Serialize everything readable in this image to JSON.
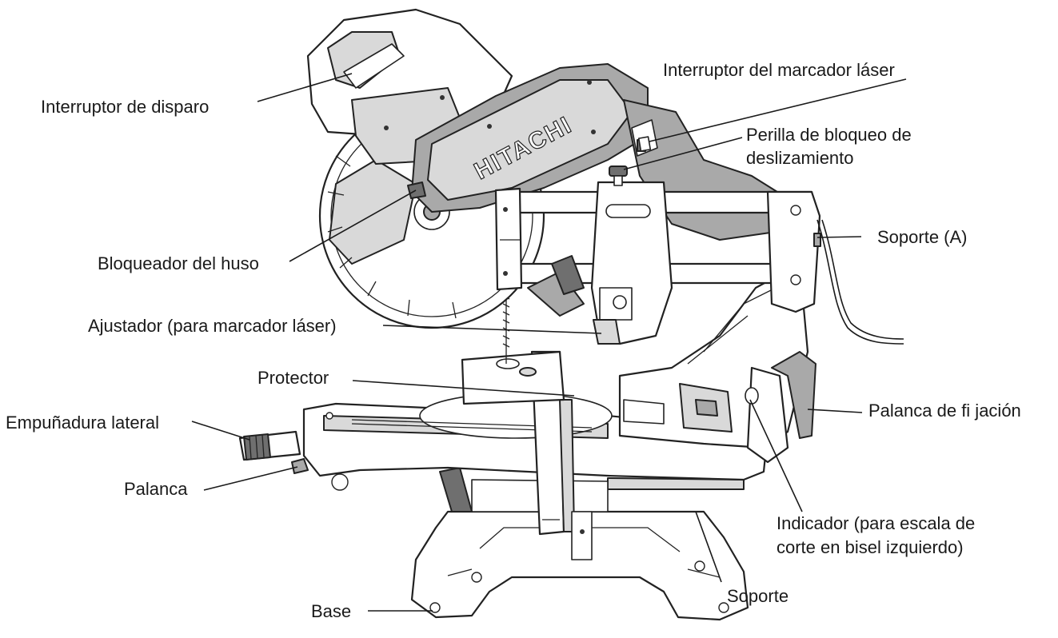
{
  "brand_text": "HITACHI",
  "labels": {
    "trigger_switch": "Interruptor de disparo",
    "laser_switch": "Interruptor del marcador láser",
    "slide_lock_knob_line1": "Perilla de bloqueo de",
    "slide_lock_knob_line2": "deslizamiento",
    "support_a": "Soporte (A)",
    "spindle_lock": "Bloqueador del huso",
    "laser_adjuster": "Ajustador (para marcador láser)",
    "guard": "Protector",
    "side_handle": "Empuñadura lateral",
    "clamp_lever": "Palanca de fi jación",
    "lever": "Palanca",
    "indicator_line1": "Indicador (para escala de",
    "indicator_line2": "corte en bisel izquierdo)",
    "holder": "Soporte",
    "base": "Base"
  }
}
